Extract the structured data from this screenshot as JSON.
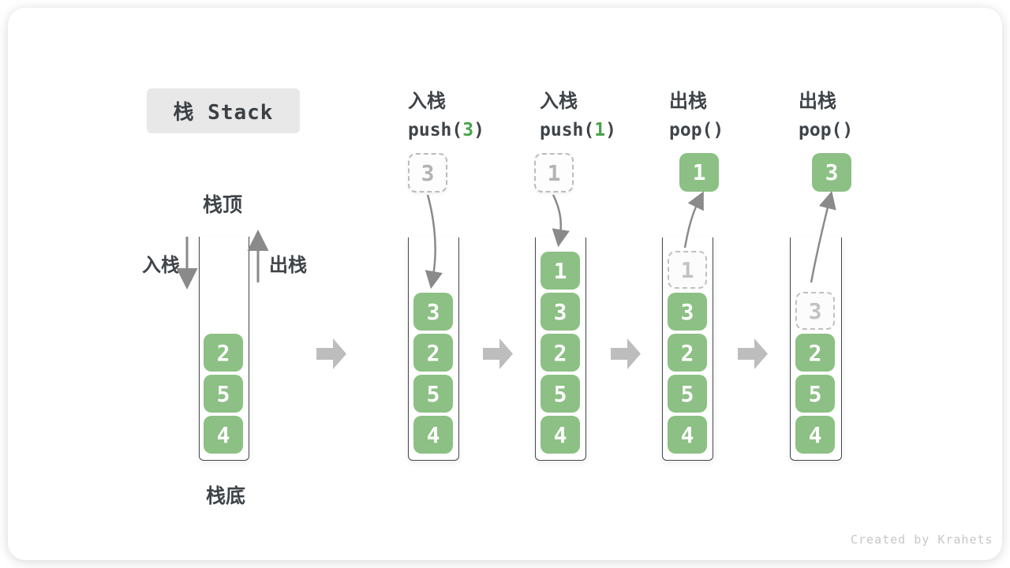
{
  "title": {
    "label": "栈 Stack"
  },
  "legend": {
    "stack_top": "栈顶",
    "stack_bottom": "栈底",
    "push": "入栈",
    "pop": "出栈"
  },
  "operations": [
    {
      "label": "入栈",
      "fn": "push(",
      "arg": "3",
      "close": ")"
    },
    {
      "label": "入栈",
      "fn": "push(",
      "arg": "1",
      "close": ")"
    },
    {
      "label": "出栈",
      "fn": "pop(",
      "arg": "",
      "close": ")"
    },
    {
      "label": "出栈",
      "fn": "pop(",
      "arg": "",
      "close": ")"
    }
  ],
  "stacks": [
    {
      "cells": [
        "2",
        "5",
        "4"
      ]
    },
    {
      "cells": [
        "3",
        "2",
        "5",
        "4"
      ],
      "incoming": "3"
    },
    {
      "cells": [
        "1",
        "3",
        "2",
        "5",
        "4"
      ],
      "incoming": "1"
    },
    {
      "cells": [
        "3",
        "2",
        "5",
        "4"
      ],
      "ghost": "1",
      "outgoing": "1"
    },
    {
      "cells": [
        "2",
        "5",
        "4"
      ],
      "ghost": "3",
      "outgoing": "3"
    }
  ],
  "footer": {
    "credit": "Created by Krahets"
  },
  "colors": {
    "cell_green": "#8cc084",
    "code_green": "#48a348",
    "arrow_gray": "#8a8a8a",
    "block_arrow_gray": "#bdbdbd",
    "dark_text": "#3f4449"
  }
}
